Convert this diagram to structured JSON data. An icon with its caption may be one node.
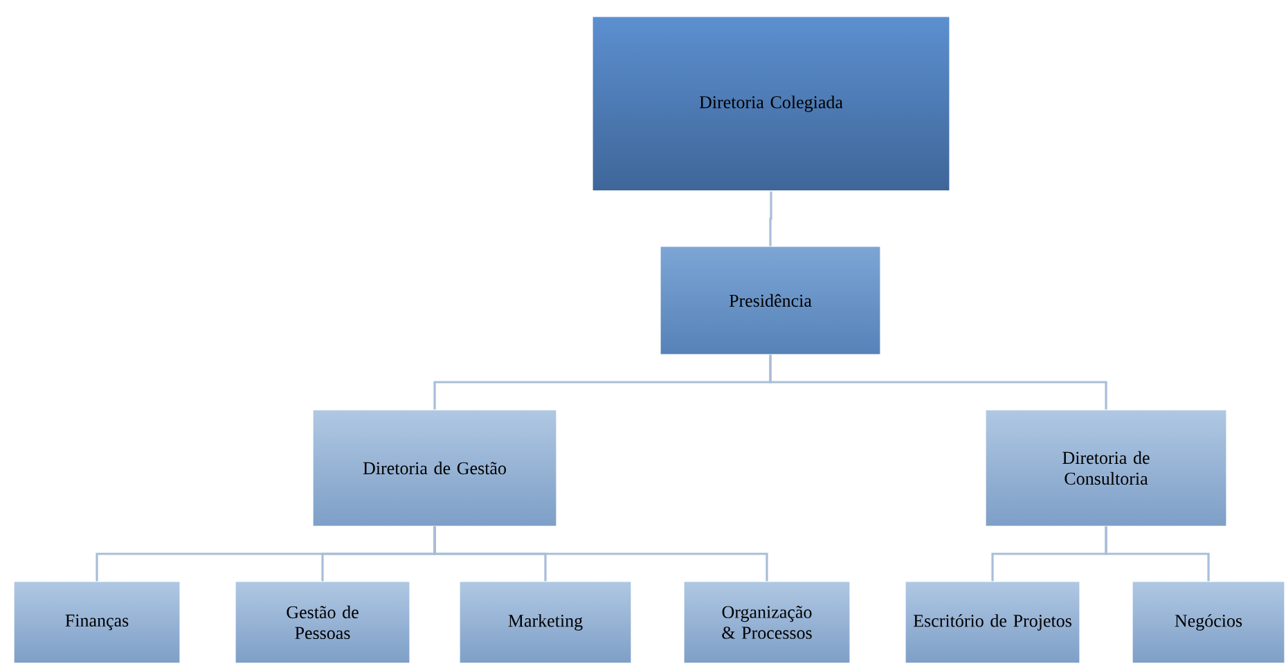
{
  "diagram": {
    "nodes": [
      {
        "text": [
          "Diretoria Colegiada"
        ]
      },
      {
        "text": [
          "Presidência"
        ]
      },
      {
        "text": [
          "Diretoria de Gestão"
        ]
      },
      {
        "text": [
          "Diretoria de Consultoria"
        ]
      },
      {
        "text": [
          "Finanças"
        ]
      },
      {
        "text": [
          "Gestão de Pessoas"
        ]
      },
      {
        "text": [
          "Marketing"
        ]
      },
      {
        "text": [
          "Organização & Processos"
        ]
      },
      {
        "text": [
          "Escritório de Projetos"
        ]
      },
      {
        "text": [
          "Negócios"
        ]
      }
    ],
    "edges": [
      {
        "from": 0,
        "to": 1,
        "arrow": "none"
      },
      {
        "from": 1,
        "to": 2,
        "arrow": "none"
      },
      {
        "from": 1,
        "to": 3,
        "arrow": "none"
      },
      {
        "from": 2,
        "to": 4,
        "arrow": "none"
      },
      {
        "from": 2,
        "to": 5,
        "arrow": "none"
      },
      {
        "from": 2,
        "to": 6,
        "arrow": "none"
      },
      {
        "from": 2,
        "to": 7,
        "arrow": "none"
      },
      {
        "from": 3,
        "to": 8,
        "arrow": "none"
      },
      {
        "from": 3,
        "to": 9,
        "arrow": "none"
      }
    ]
  }
}
